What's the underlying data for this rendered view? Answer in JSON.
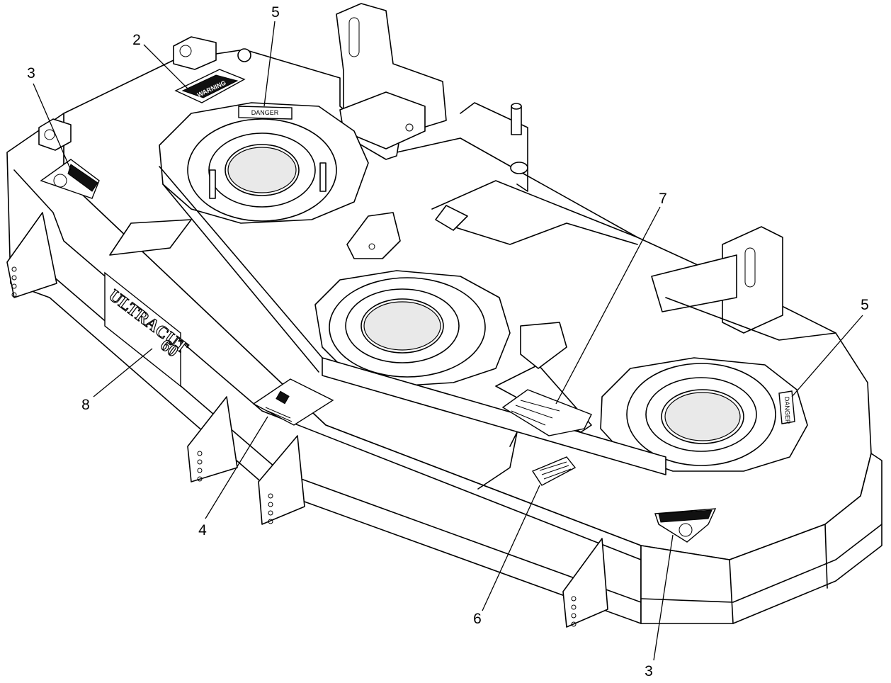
{
  "callouts": [
    {
      "id": "c1",
      "label": "2"
    },
    {
      "id": "c2",
      "label": "5"
    },
    {
      "id": "c3",
      "label": "3"
    },
    {
      "id": "c4",
      "label": "7"
    },
    {
      "id": "c5",
      "label": "5"
    },
    {
      "id": "c6",
      "label": "8"
    },
    {
      "id": "c7",
      "label": "4"
    },
    {
      "id": "c8",
      "label": "6"
    },
    {
      "id": "c9",
      "label": "3"
    }
  ],
  "decals": {
    "danger_text": "DANGER",
    "warning_text": "WARNING",
    "logo_brand": "ULTRACUT",
    "logo_model": "60"
  },
  "colors": {
    "line": "#000000",
    "background": "#ffffff"
  }
}
